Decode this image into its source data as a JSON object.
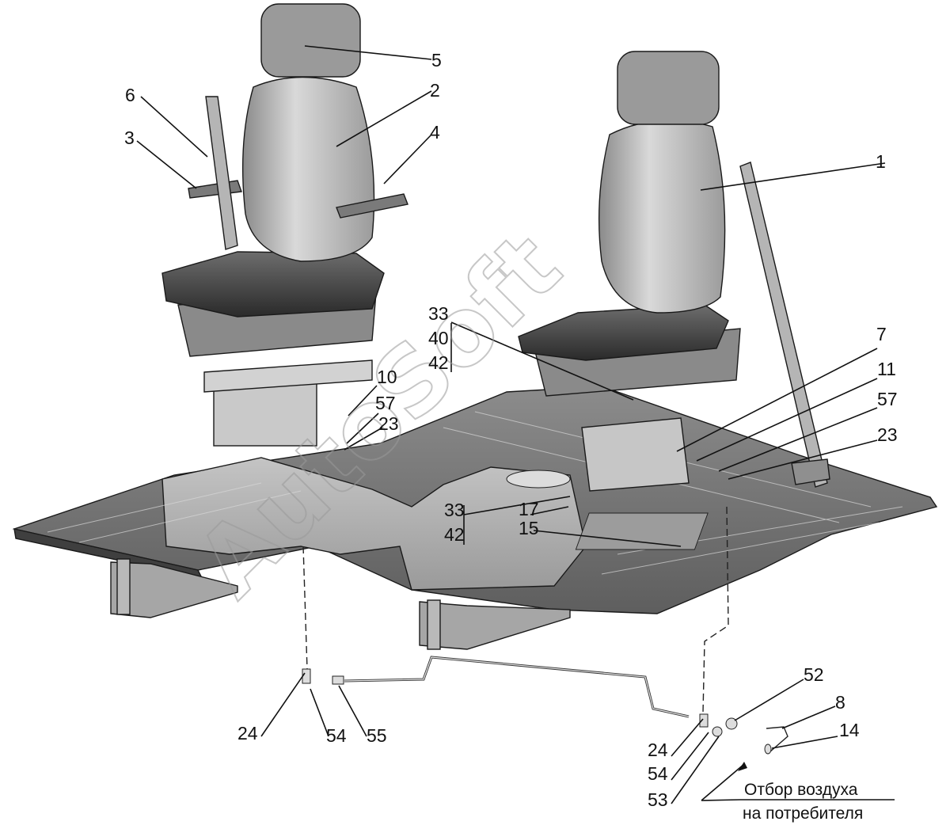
{
  "diagram": {
    "watermark": "AutoSoft",
    "caption_line1": "Отбор воздуха",
    "caption_line2": "на потребителя",
    "callouts": {
      "c1": "1",
      "c2": "2",
      "c3": "3",
      "c4": "4",
      "c5": "5",
      "c6": "6",
      "c7": "7",
      "c11": "11",
      "c57b": "57",
      "c23b": "23",
      "c10": "10",
      "c57a": "57",
      "c23a": "23",
      "c33a": "33",
      "c40": "40",
      "c42a": "42",
      "c33b": "33",
      "c42b": "42",
      "c17": "17",
      "c15": "15",
      "c24a": "24",
      "c54a": "54",
      "c55": "55",
      "c52": "52",
      "c8": "8",
      "c14": "14",
      "c24b": "24",
      "c54b": "54",
      "c53": "53"
    }
  }
}
